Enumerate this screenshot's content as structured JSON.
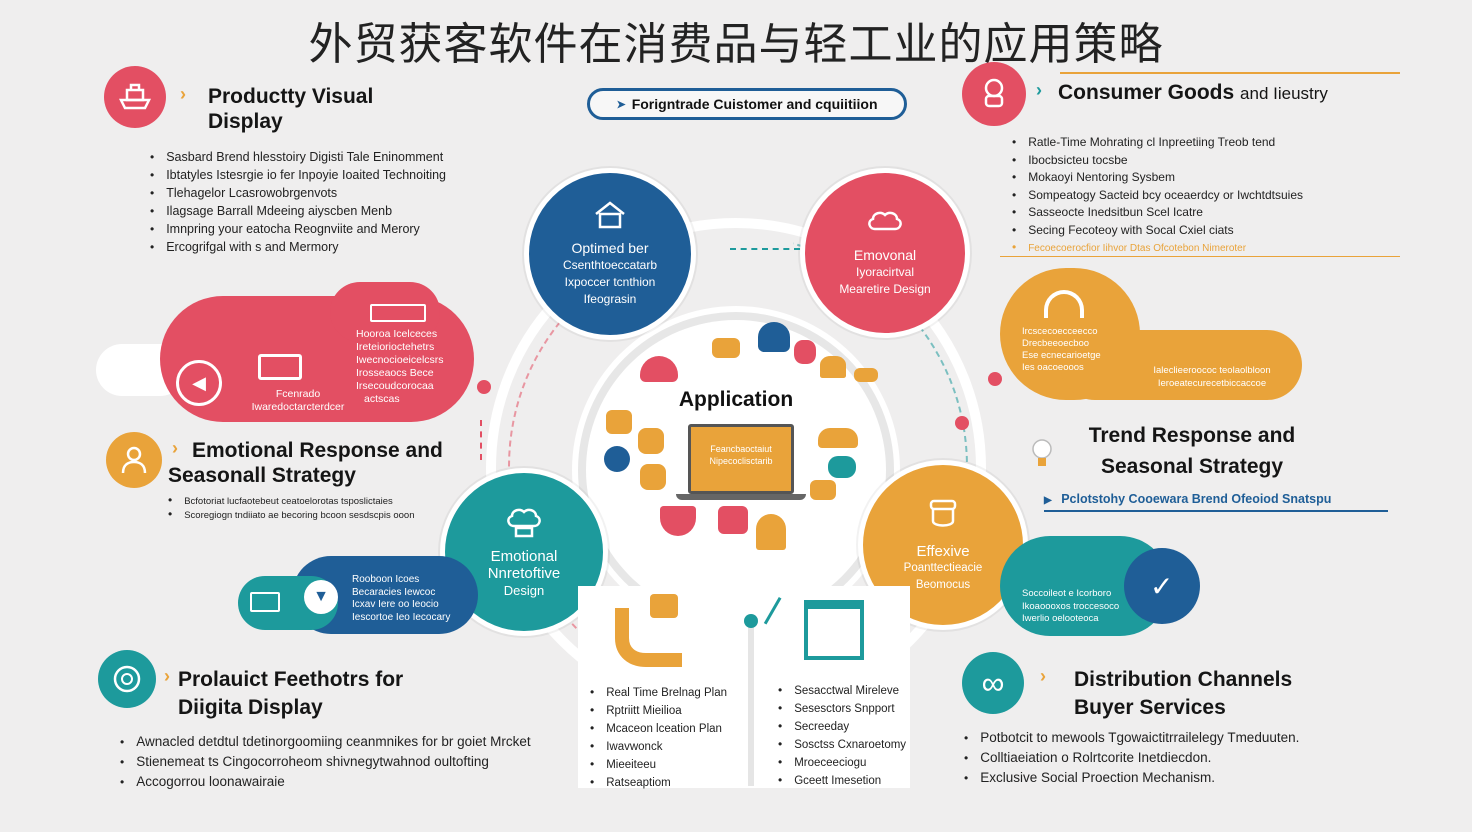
{
  "title": "外贸获客软件在消费品与轻工业的应用策略",
  "pill": "Forigntrade Cuistomer and cquiitiion",
  "pill_arrow": "➤",
  "center_label": "Application",
  "laptop_text": "Feancbaoctaiut Nipecoclisctarib",
  "colors": {
    "red": "#e34f63",
    "blue": "#1f5e97",
    "teal": "#1d9a9c",
    "orange": "#e9a33a"
  },
  "sections": {
    "product_visual": {
      "heading": "Productty Visual Display",
      "icon": "ship-icon",
      "bullets": [
        "Sasbard Brend hlesstoiry Digisti Tale Eninomment",
        "Ibtatyles Istesrgie io fer Inpoyie Ioaited Technoiting",
        "Tlehagelor Lcasrowobrgenvots",
        "Ilagsage Barrall Mdeeing aiyscben Menb",
        "Imnpring your eatocha Reognviite and Merory",
        "Ercogrifgal with s and Mermory"
      ]
    },
    "consumer_goods": {
      "heading": "Consumer Goods",
      "heading_small": "and Iieustry",
      "icon": "chef-icon",
      "bullets": [
        "Ratle-Time Mohrating cl Inpreetiing Treob tend",
        "Ibocbsicteu tocsbe",
        "Mokaoyi Nentoring Sysbem",
        "Sompeatogy Sacteid bcy oceaerdcy or Iwchtdtsuies",
        "Sasseocte Inedsitbun Scel Icatre",
        "Secing Fecoteoy with Socal Cxiel ciats",
        "Fecoecoerocfior Iihvor Dtas Ofcotebon Nimeroter"
      ]
    },
    "emotional_left": {
      "heading": "Emotional Response and Seasonall Strategy",
      "icon": "person-icon",
      "bullets": [
        "Bcfotoriat lucfaotebeut ceatoelorotas tsposlictaies",
        "Scoregiogn tndiiato ae becoring bcoon sesdscpis ooon"
      ]
    },
    "trend_right": {
      "heading": "Trend Response and Seasonal Strategy",
      "icon": "lightbulb-icon",
      "link": "Pclotstohy Cooewara Brend Ofeoiod Snatspu"
    },
    "product_features": {
      "heading": "Prolauict Feethotrs for Diigita Display",
      "icon": "globe-icon",
      "bullets": [
        "Awnacled detdtul tdetinorgoomiing ceanmnikes for br goiet Mrcket",
        "Stienemeat ts Cingocorroheom shivnegytwahnod oultofting",
        "Accogorrou loonawairaie"
      ]
    },
    "distribution": {
      "heading": "Distribution Channels Buyer Services",
      "icon": "infinity-icon",
      "bullets": [
        "Potbotcit to mewools Tgowaictitrrailelegy Tmeduuten.",
        "Colltiaeiation o Rolrtcorite Inetdiecdon.",
        "Exclusive Social Proection Mechanism."
      ]
    }
  },
  "circles": {
    "top_blue": {
      "lines": [
        "Optimed ber",
        "Csenthtoeccatarb",
        "Ixpoccer tcnthion",
        "Ifeograsin"
      ],
      "icon": "house-icon"
    },
    "top_red": {
      "lines": [
        "Emovonal",
        "Iyoracirtval",
        "Mearetire Design"
      ],
      "icon": "chef-hat-icon"
    },
    "bottom_teal": {
      "lines": [
        "Emotional",
        "Nnretoftive",
        "Design"
      ],
      "icon": "chef-hat-icon"
    },
    "bottom_orange": {
      "lines": [
        "Effexive",
        "Poanttectieacie",
        "Beomocus"
      ],
      "icon": "person-icon"
    }
  },
  "clouds": {
    "red": {
      "lines": [
        "Hooroa  Icelceces",
        "Ireteiorioctehetrs",
        "Iwecnocioeicelcsrs",
        "Irosseaocs Bece",
        "Irsecoudcorocaa",
        "actscas"
      ],
      "label": "Fcenrado Iwaredoctarcterdcer"
    },
    "orange": {
      "lines": [
        "Ircscecoecceecco",
        "Drecbeeoecboo",
        "Ese ecnecarioetge",
        "Ies oacoeooos"
      ],
      "right": "Ialeclieeroococ teolaolbloon Ieroeatecurecetbiccaccoe"
    },
    "blue": {
      "lines": [
        "Rooboon Icoes",
        "Becaracies Iewcoc",
        "Icxav Iere oo Ieocio",
        "Iescortoe Ieo Iecocary"
      ]
    },
    "teal": {
      "lines": [
        "Soccoileot e Icorboro",
        "Ikoaoooxos troccesoco",
        "Iwerlio oelooteoca"
      ]
    }
  },
  "bottom_lists": {
    "left": [
      "Real Time Brelnag Plan",
      "Rptriitt Mieilioa",
      "Mcaceon lceation Plan",
      "Iwavwonck",
      "Mieeiteeu",
      "Ratseaptiom"
    ],
    "right": [
      "Sesacctwal Mireleve",
      "Sesesctors Snpport",
      "Secreeday",
      "Sosctss Cxnaroetomy",
      "Mroeceeciogu",
      "Gceett Imesetion"
    ]
  }
}
